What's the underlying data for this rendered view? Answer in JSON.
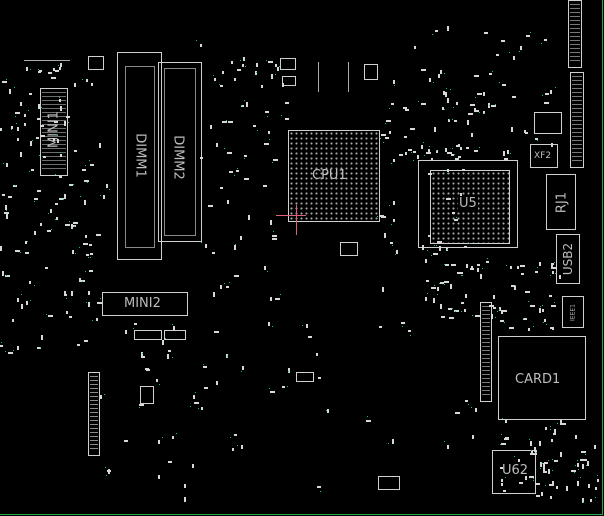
{
  "components": {
    "mini1": "MINI1",
    "dimm1": "DIMM1",
    "dimm2": "DIMM2",
    "cpu1": "CPU1",
    "u5": "U5",
    "xf2": "XF2",
    "rj1": "RJ1",
    "usb2": "USB2",
    "ieee1": "IEEE1",
    "mini2": "MINI2",
    "card1": "CARD1",
    "u62": "U62"
  },
  "colors": {
    "board_background": "#000000",
    "outline": "#cfcfcf",
    "via_dots": "#1fb8a8",
    "edge_trace": "#22aa44",
    "cursor_crosshair": "#e0607a"
  }
}
